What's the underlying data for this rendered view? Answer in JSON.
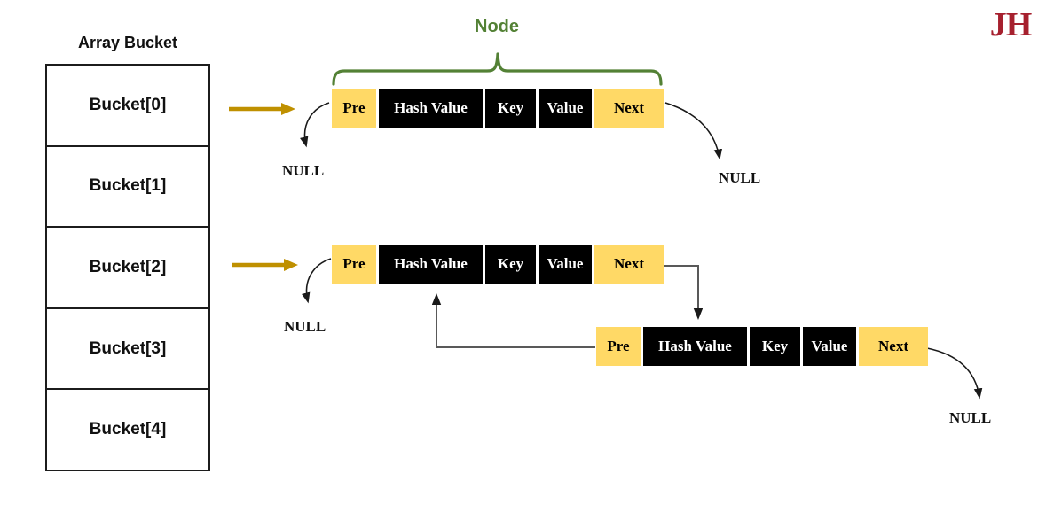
{
  "array_bucket": {
    "title": "Array Bucket",
    "buckets": [
      "Bucket[0]",
      "Bucket[1]",
      "Bucket[2]",
      "Bucket[3]",
      "Bucket[4]"
    ]
  },
  "node_annotation": {
    "label": "Node"
  },
  "nodes": [
    {
      "cells": [
        "Pre",
        "Hash Value",
        "Key",
        "Value",
        "Next"
      ]
    },
    {
      "cells": [
        "Pre",
        "Hash Value",
        "Key",
        "Value",
        "Next"
      ]
    },
    {
      "cells": [
        "Pre",
        "Hash Value",
        "Key",
        "Value",
        "Next"
      ]
    }
  ],
  "null_labels": [
    "NULL",
    "NULL",
    "NULL",
    "NULL"
  ],
  "logo": {
    "text": "JH"
  },
  "colors": {
    "cell_yellow": "#FFD966",
    "cell_black": "#000000",
    "node_green": "#538135",
    "arrow_gold": "#BF9000",
    "connector_gray": "#595959",
    "arrow_black": "#1a1a1a",
    "logo_red": "#A6202E"
  }
}
